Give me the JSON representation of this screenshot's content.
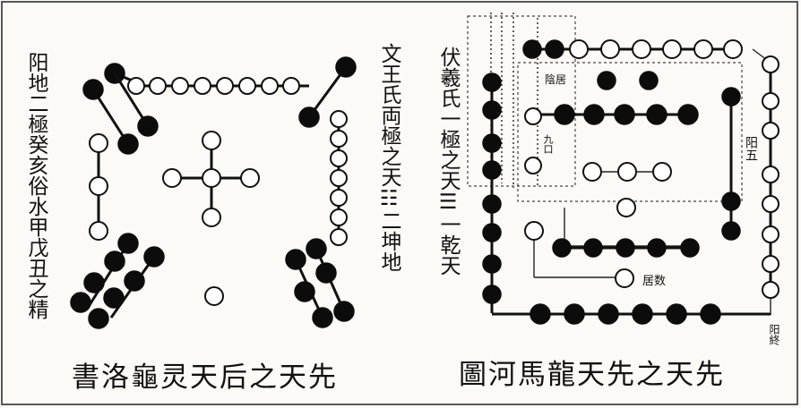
{
  "left": {
    "side_text": "阳地二極癸亥俗水甲戊丑之精",
    "caption": "書洛龜灵天后之天先"
  },
  "middle": {
    "side_text": "文王氏両極之天☷二坤地"
  },
  "right": {
    "side_text": "伏羲氏一極之天☰一乾天",
    "caption": "圖河馬龍天先之天先",
    "labels": {
      "yang_wu": "阳五",
      "yang_zhong": "阳終",
      "jiu_kou": "九口",
      "ju_shu": "居数",
      "zhi_ji": "陰居"
    }
  },
  "colors": {
    "ink": "#0c0c0c",
    "paper": "#fbfaf7"
  }
}
